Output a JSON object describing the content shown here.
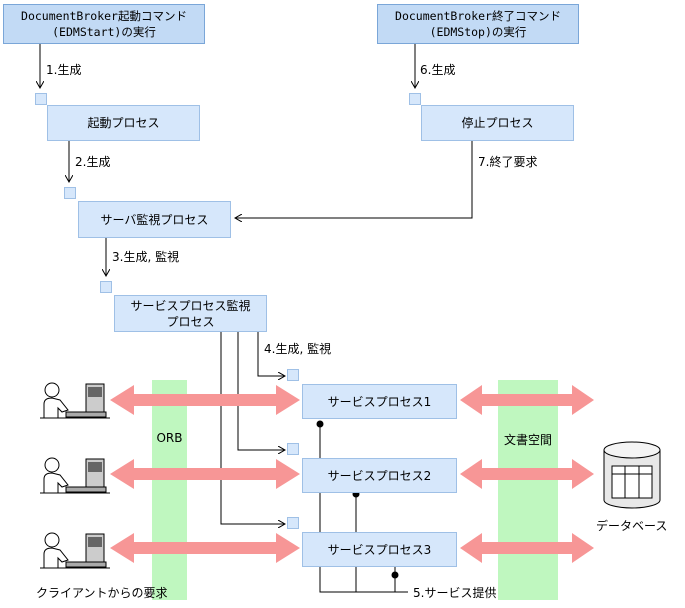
{
  "commands": {
    "start_line1": "DocumentBroker起動コマンド",
    "start_line2": "(EDMStart)の実行",
    "stop_line1": "DocumentBroker終了コマンド",
    "stop_line2": "(EDMStop)の実行"
  },
  "processes": {
    "start": "起動プロセス",
    "stop": "停止プロセス",
    "server_monitor": "サーバ監視プロセス",
    "service_monitor_line1": "サービスプロセス監視",
    "service_monitor_line2": "プロセス",
    "service1": "サービスプロセス1",
    "service2": "サービスプロセス2",
    "service3": "サービスプロセス3"
  },
  "steps": {
    "s1": "1.生成",
    "s2": "2.生成",
    "s3": "3.生成, 監視",
    "s4": "4.生成, 監視",
    "s5": "5.サービス提供",
    "s6": "6.生成",
    "s7": "7.終了要求"
  },
  "bands": {
    "orb": "ORB",
    "doc_space": "文書空間"
  },
  "labels": {
    "clients": "クライアントからの要求",
    "database": "データベース"
  },
  "colors": {
    "process_fill": "#d6e7fb",
    "command_fill": "#c2daf5",
    "band_fill": "#bff7bf",
    "arrow_fill": "#f79696"
  }
}
